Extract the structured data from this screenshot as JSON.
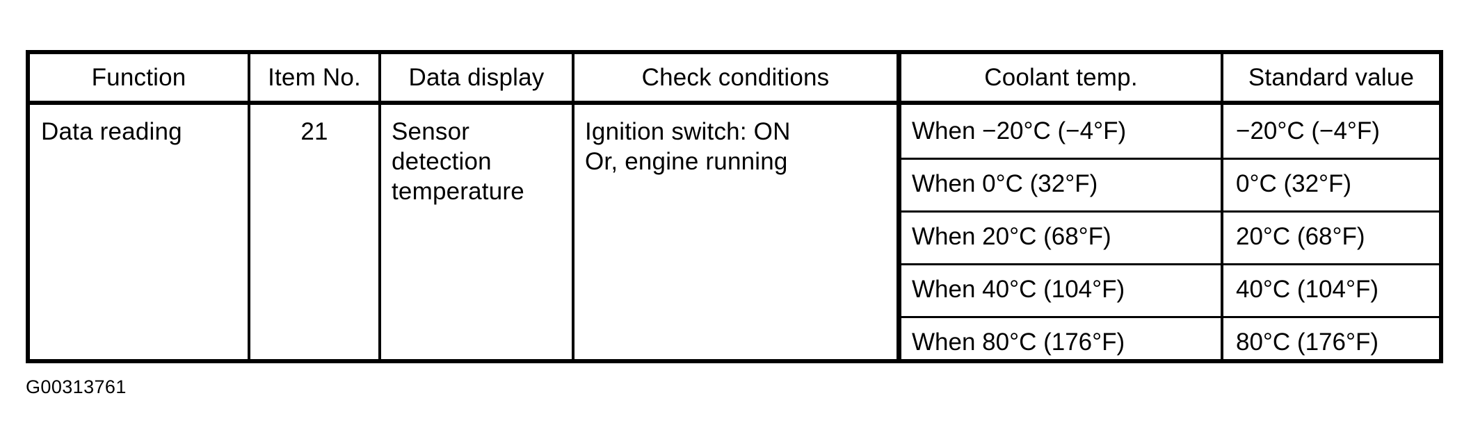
{
  "figure": {
    "caption_id": "G00313761"
  },
  "table": {
    "headers": [
      {
        "key": "function",
        "label": "Function"
      },
      {
        "key": "item_no",
        "label": "Item No."
      },
      {
        "key": "display",
        "label": "Data display"
      },
      {
        "key": "check",
        "label": "Check conditions"
      },
      {
        "key": "coolant",
        "label": "Coolant temp."
      },
      {
        "key": "standard",
        "label": "Standard value"
      }
    ],
    "row": {
      "function": "Data reading",
      "item_no": "21",
      "data_display": "Sensor\ndetection\ntemperature",
      "check_conditions": "Ignition switch: ON\nOr, engine running",
      "measurements": [
        {
          "coolant_temp": "When −20°C (−4°F)",
          "standard_value": "−20°C (−4°F)"
        },
        {
          "coolant_temp": "When 0°C (32°F)",
          "standard_value": "0°C (32°F)"
        },
        {
          "coolant_temp": "When 20°C (68°F)",
          "standard_value": "20°C (68°F)"
        },
        {
          "coolant_temp": "When 40°C (104°F)",
          "standard_value": "40°C (104°F)"
        },
        {
          "coolant_temp": "When 80°C (176°F)",
          "standard_value": "80°C (176°F)"
        }
      ]
    }
  },
  "colors": {
    "ink": "#000000",
    "paper": "#ffffff"
  }
}
